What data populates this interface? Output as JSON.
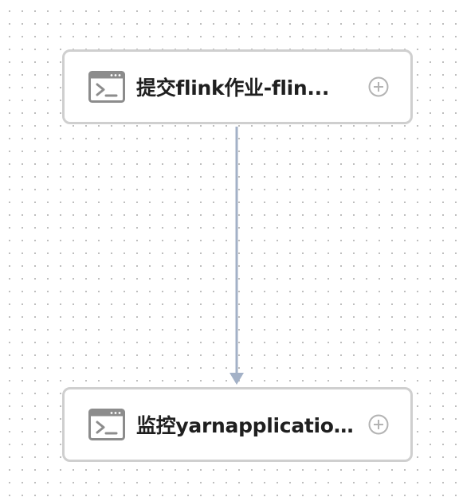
{
  "workflow": {
    "nodes": [
      {
        "label": "提交flink作业-flin...",
        "icon": "terminal-shell-icon",
        "action_icon": "plus-circle-icon"
      },
      {
        "label": "监控yarnapplicatio...",
        "icon": "terminal-shell-icon",
        "action_icon": "plus-circle-icon"
      }
    ],
    "edges": [
      {
        "from": 0,
        "to": 1
      }
    ],
    "colors": {
      "node_border": "#cfcfcf",
      "edge": "#a3b1c7",
      "icon_stroke": "#8c8c8c",
      "add_icon": "#b3b3b3",
      "grid_dot": "#b4b4b4"
    }
  }
}
